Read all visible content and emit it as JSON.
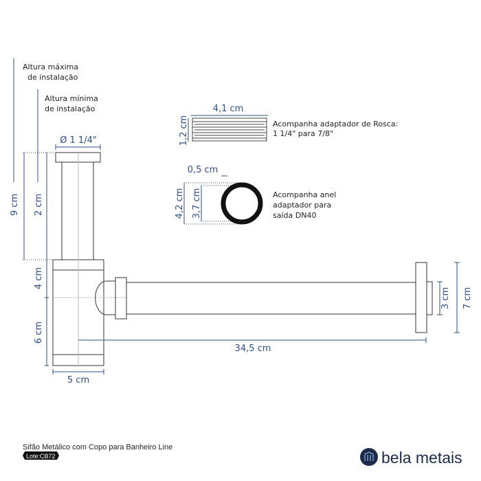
{
  "watermark": "bela metais",
  "colors": {
    "dimension": "#2e4f8a",
    "logo": "#1c2b4a",
    "line": "#333333"
  },
  "labels": {
    "max_height": [
      "Altura máxima",
      "de instalação"
    ],
    "min_height": [
      "Altura mínima",
      "de instalação"
    ],
    "diameter": "Ø 1 1/4\"",
    "dim_9": "9 cm",
    "dim_2": "2 cm",
    "dim_4": "4 cm",
    "dim_6": "6 cm",
    "dim_5": "5 cm",
    "dim_345": "34,5 cm",
    "dim_3": "3 cm",
    "dim_7": "7 cm",
    "adapter_width": "4,1 cm",
    "adapter_height": "1,2 cm",
    "ring_thickness": "0,5 cm",
    "ring_outer": "4,2 cm",
    "ring_inner": "3,7 cm"
  },
  "notes": {
    "thread_adapter": [
      "Acompanha adaptador de Rosca:",
      "1 1/4\" para 7/8\""
    ],
    "ring_adapter": [
      "Acompanha anel",
      "adaptador para",
      "saída DN40"
    ]
  },
  "product": {
    "title": "Sifão Metálico com Copo para Banheiro Line",
    "lot": "Lote:CB72"
  },
  "brand": {
    "name": "bela metais"
  }
}
